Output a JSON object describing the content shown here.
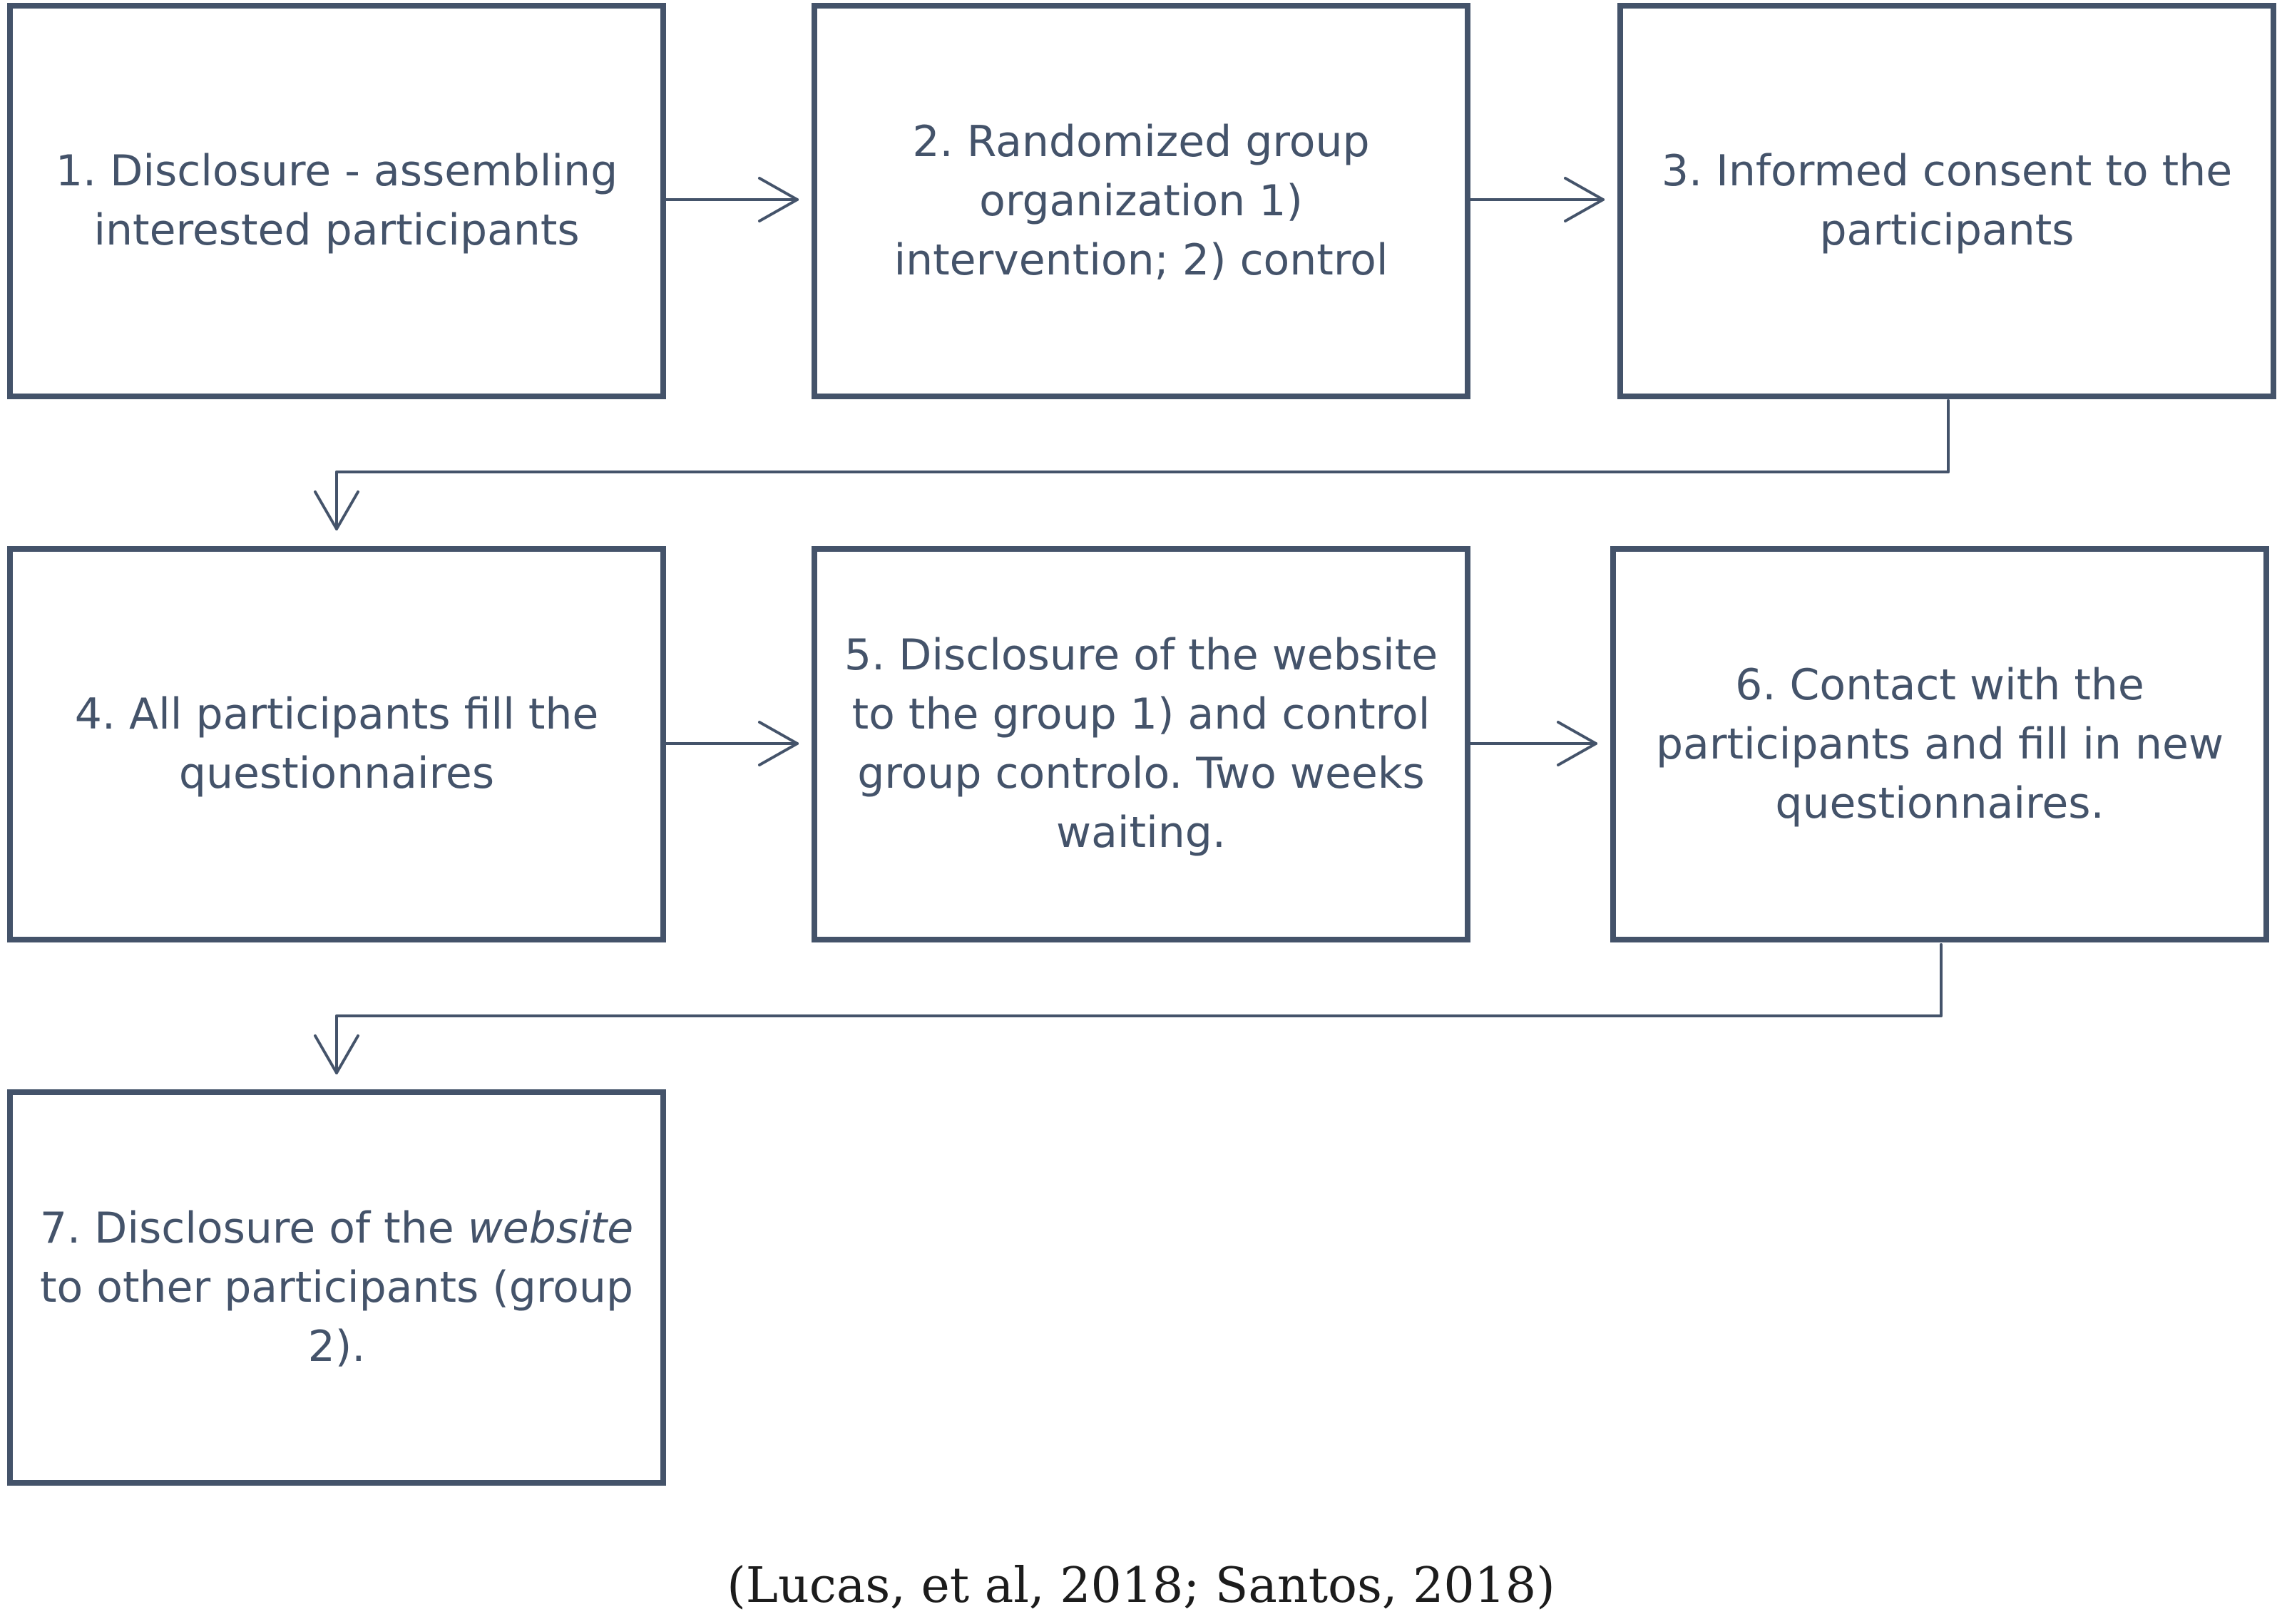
{
  "diagram": {
    "steps": [
      {
        "id": "step-1",
        "text": "1. Disclosure - assembling interested participants"
      },
      {
        "id": "step-2",
        "text": "2. Randomized group organization 1) intervention; 2) control"
      },
      {
        "id": "step-3",
        "text": "3. Informed consent to the participants"
      },
      {
        "id": "step-4",
        "text": "4. All participants fill the questionnaires"
      },
      {
        "id": "step-5",
        "text": "5. Disclosure of the website to the  group 1) and control group controlo. Two weeks waiting."
      },
      {
        "id": "step-6",
        "text": "6. Contact with the participants and fill in new questionnaires."
      },
      {
        "id": "step-7",
        "text_before": "7. Disclosure of the ",
        "text_italic": "website",
        "text_after": " to other participants (group 2)."
      }
    ],
    "colors": {
      "box_border": "#44536a",
      "text": "#44536a",
      "arrow": "#44536a",
      "citation_text": "#1c1c1c"
    }
  },
  "citation": "(Lucas, et al, 2018; Santos, 2018)"
}
